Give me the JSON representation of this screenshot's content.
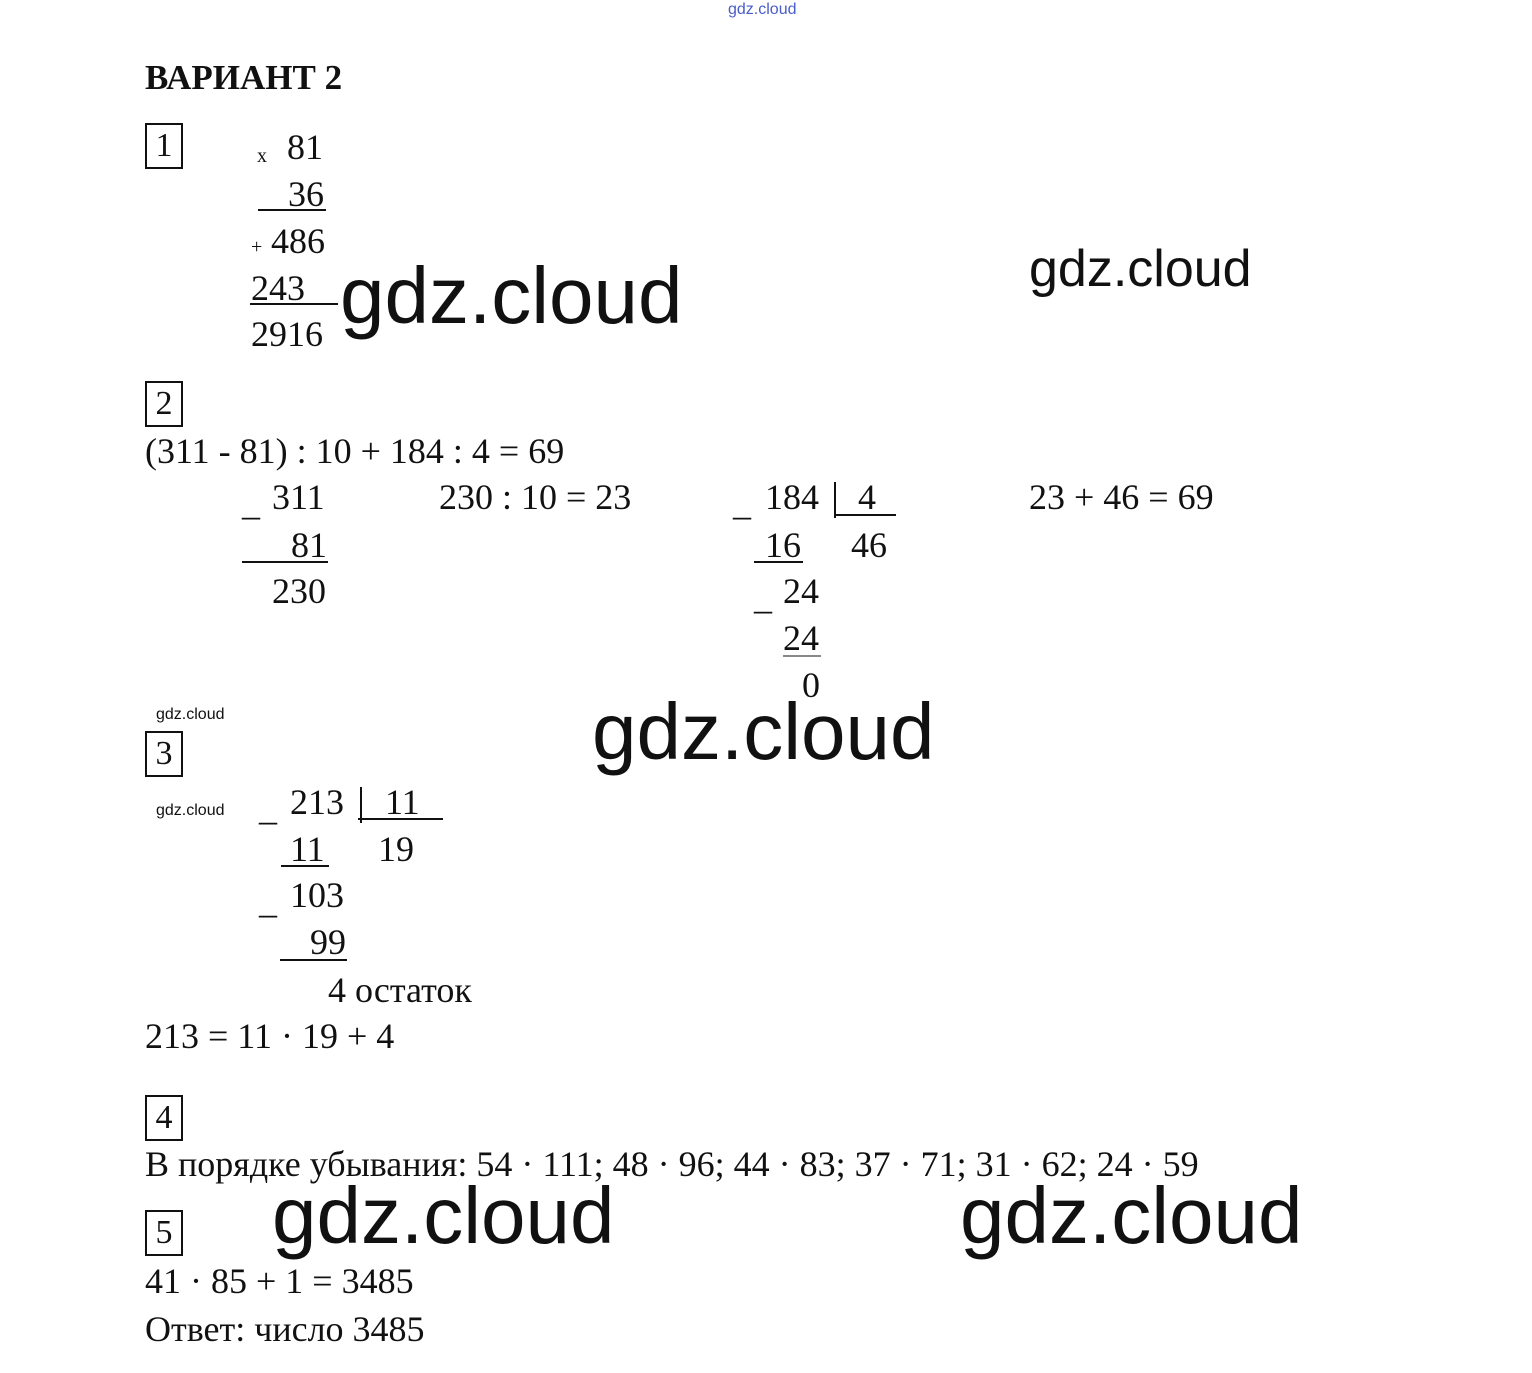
{
  "watermark": "gdz.cloud",
  "title": "ВАРИАНТ 2",
  "tasks": [
    {
      "number": "1",
      "mult": {
        "sign": "x",
        "a": "81",
        "b": "36",
        "plus": "+",
        "p1": "486",
        "p2": "243",
        "result": "2916"
      }
    },
    {
      "number": "2",
      "expression": "(311 - 81) : 10 + 184 : 4 = 69",
      "sub": {
        "minus": "_",
        "a": "311",
        "b": "81",
        "result": "230"
      },
      "div10": "230 : 10 = 23",
      "div": {
        "minus": "_",
        "dividend": "184",
        "divisor": "4",
        "s1": "16",
        "quotient": "46",
        "r1": "24",
        "s2": "24",
        "rem": "0"
      },
      "sum": "23 + 46 = 69"
    },
    {
      "number": "3",
      "div": {
        "minus": "_",
        "dividend": "213",
        "divisor": "11",
        "s1": "11",
        "quotient": "19",
        "r1": "103",
        "s2": "99",
        "rem": "4 остаток"
      },
      "check": "213 = 11 · 19 + 4"
    },
    {
      "number": "4",
      "text": "В порядке убывания: 54 · 111; 48 · 96; 44 · 83; 37 · 71; 31 · 62; 24 · 59"
    },
    {
      "number": "5",
      "line1": "41 · 85 + 1 = 3485",
      "answer": "Ответ: число 3485"
    }
  ]
}
